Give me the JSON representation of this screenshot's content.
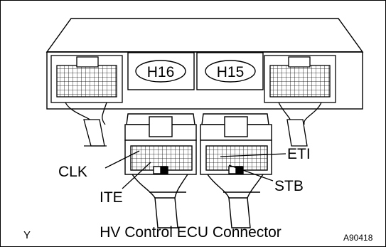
{
  "connectors": {
    "left_center": "H16",
    "right_center": "H15"
  },
  "pins": {
    "clk": "CLK",
    "ite": "ITE",
    "eti": "ETI",
    "stb": "STB"
  },
  "caption": "HV Control ECU Connector",
  "corner_mark": "Y",
  "figure_code": "A90418"
}
